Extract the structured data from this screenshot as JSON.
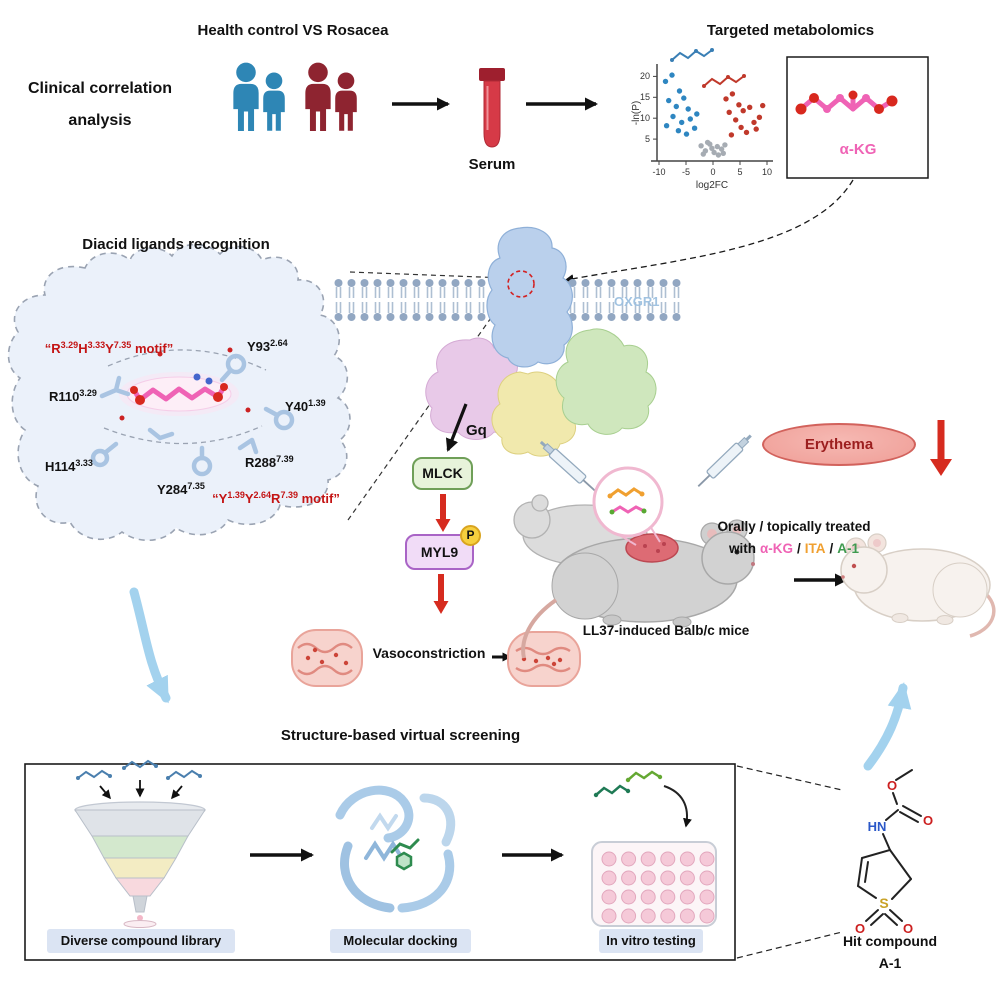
{
  "header": {
    "clinical_line1": "Clinical correlation",
    "clinical_line2": "analysis",
    "comparison_title": "Health control VS Rosacea",
    "serum_label": "Serum",
    "metabolomics_title": "Targeted metabolomics",
    "akg_label": "α-KG"
  },
  "volcano": {
    "ylabel": "-ln(P)",
    "xlabel": "log2FC",
    "yticks": [
      "20",
      "15",
      "10",
      "5"
    ],
    "xticks": [
      "-10",
      "-5",
      "0",
      "5",
      "10"
    ],
    "colors": {
      "up": "#c0392b",
      "down": "#2e86c1",
      "ns": "#a6acb3"
    },
    "points": {
      "blue": [
        [
          -8.8,
          18.8
        ],
        [
          -7.6,
          20.3
        ],
        [
          -6.2,
          16.5
        ],
        [
          -8.2,
          14.2
        ],
        [
          -6.8,
          12.8
        ],
        [
          -5.4,
          14.8
        ],
        [
          -4.6,
          12.2
        ],
        [
          -7.4,
          10.4
        ],
        [
          -5.8,
          9.0
        ],
        [
          -4.2,
          9.8
        ],
        [
          -3.4,
          7.6
        ],
        [
          -6.4,
          7.0
        ],
        [
          -8.6,
          8.2
        ],
        [
          -3.0,
          11.0
        ],
        [
          -4.9,
          6.2
        ]
      ],
      "red": [
        [
          2.4,
          14.6
        ],
        [
          3.6,
          15.8
        ],
        [
          4.8,
          13.2
        ],
        [
          3.0,
          11.4
        ],
        [
          5.6,
          11.8
        ],
        [
          6.8,
          12.6
        ],
        [
          4.2,
          9.6
        ],
        [
          7.6,
          9.0
        ],
        [
          5.2,
          7.8
        ],
        [
          8.6,
          10.2
        ],
        [
          6.2,
          6.6
        ],
        [
          3.4,
          6.0
        ],
        [
          8.0,
          7.4
        ],
        [
          9.2,
          13.0
        ]
      ],
      "gray": [
        [
          -2.2,
          3.4
        ],
        [
          -1.4,
          2.2
        ],
        [
          -0.6,
          3.8
        ],
        [
          0.2,
          1.8
        ],
        [
          0.8,
          3.2
        ],
        [
          1.6,
          2.6
        ],
        [
          -1.8,
          1.4
        ],
        [
          1.0,
          1.2
        ],
        [
          2.2,
          3.6
        ],
        [
          -0.2,
          2.8
        ],
        [
          1.9,
          1.6
        ],
        [
          -1.0,
          4.2
        ]
      ]
    }
  },
  "pocket": {
    "title": "Diacid ligands recognition",
    "motif_top_parts": [
      "“R",
      "3.29",
      "H",
      "3.33",
      "Y",
      "7.35",
      " motif”"
    ],
    "motif_bottom_parts": [
      "“Y",
      "1.39",
      "Y",
      "2.64",
      "R",
      "7.39",
      " motif”"
    ],
    "residues": [
      {
        "base": "R110",
        "sup": "3.29"
      },
      {
        "base": "Y93",
        "sup": "2.64"
      },
      {
        "base": "Y40",
        "sup": "1.39"
      },
      {
        "base": "H114",
        "sup": "3.33"
      },
      {
        "base": "R288",
        "sup": "7.39"
      },
      {
        "base": "Y284",
        "sup": "7.35"
      }
    ]
  },
  "receptor": {
    "name": "OXGR1",
    "g_protein_label": "Gq"
  },
  "pathway": {
    "mlck": "MLCK",
    "myl9": "MYL9",
    "phospho": "P",
    "vasoconstriction": "Vasoconstriction"
  },
  "mouse_panel": {
    "erythema": "Erythema",
    "treated_line1": "Orally / topically treated",
    "with_label": "with",
    "drug_akg": "α-KG",
    "slash": "/",
    "drug_ita": "ITA",
    "drug_a1": "A-1",
    "model_label": "LL37-induced Balb/c mice"
  },
  "screening": {
    "title": "Structure-based virtual screening",
    "library_label": "Diverse compound library",
    "docking_label": "Molecular docking",
    "invitro_label": "In vitro testing",
    "hit_label_line1": "Hit compound",
    "hit_label_line2": "A-1"
  },
  "hit_structure": {
    "hn": "HN",
    "o": "O",
    "s": "S"
  },
  "palette": {
    "akg_pink": "#ef63b5",
    "ita_orange": "#f0a030",
    "a1_green": "#3f9a4f",
    "motif_red": "#c41414",
    "arrow_red": "#d62b1f",
    "cycle_arrow_blue": "#a3d2ee",
    "person_blue": "#2e86b5",
    "person_red": "#8e2430",
    "label_bg": "#dbe4f3",
    "erythema_fill": "#f2a8a2"
  }
}
